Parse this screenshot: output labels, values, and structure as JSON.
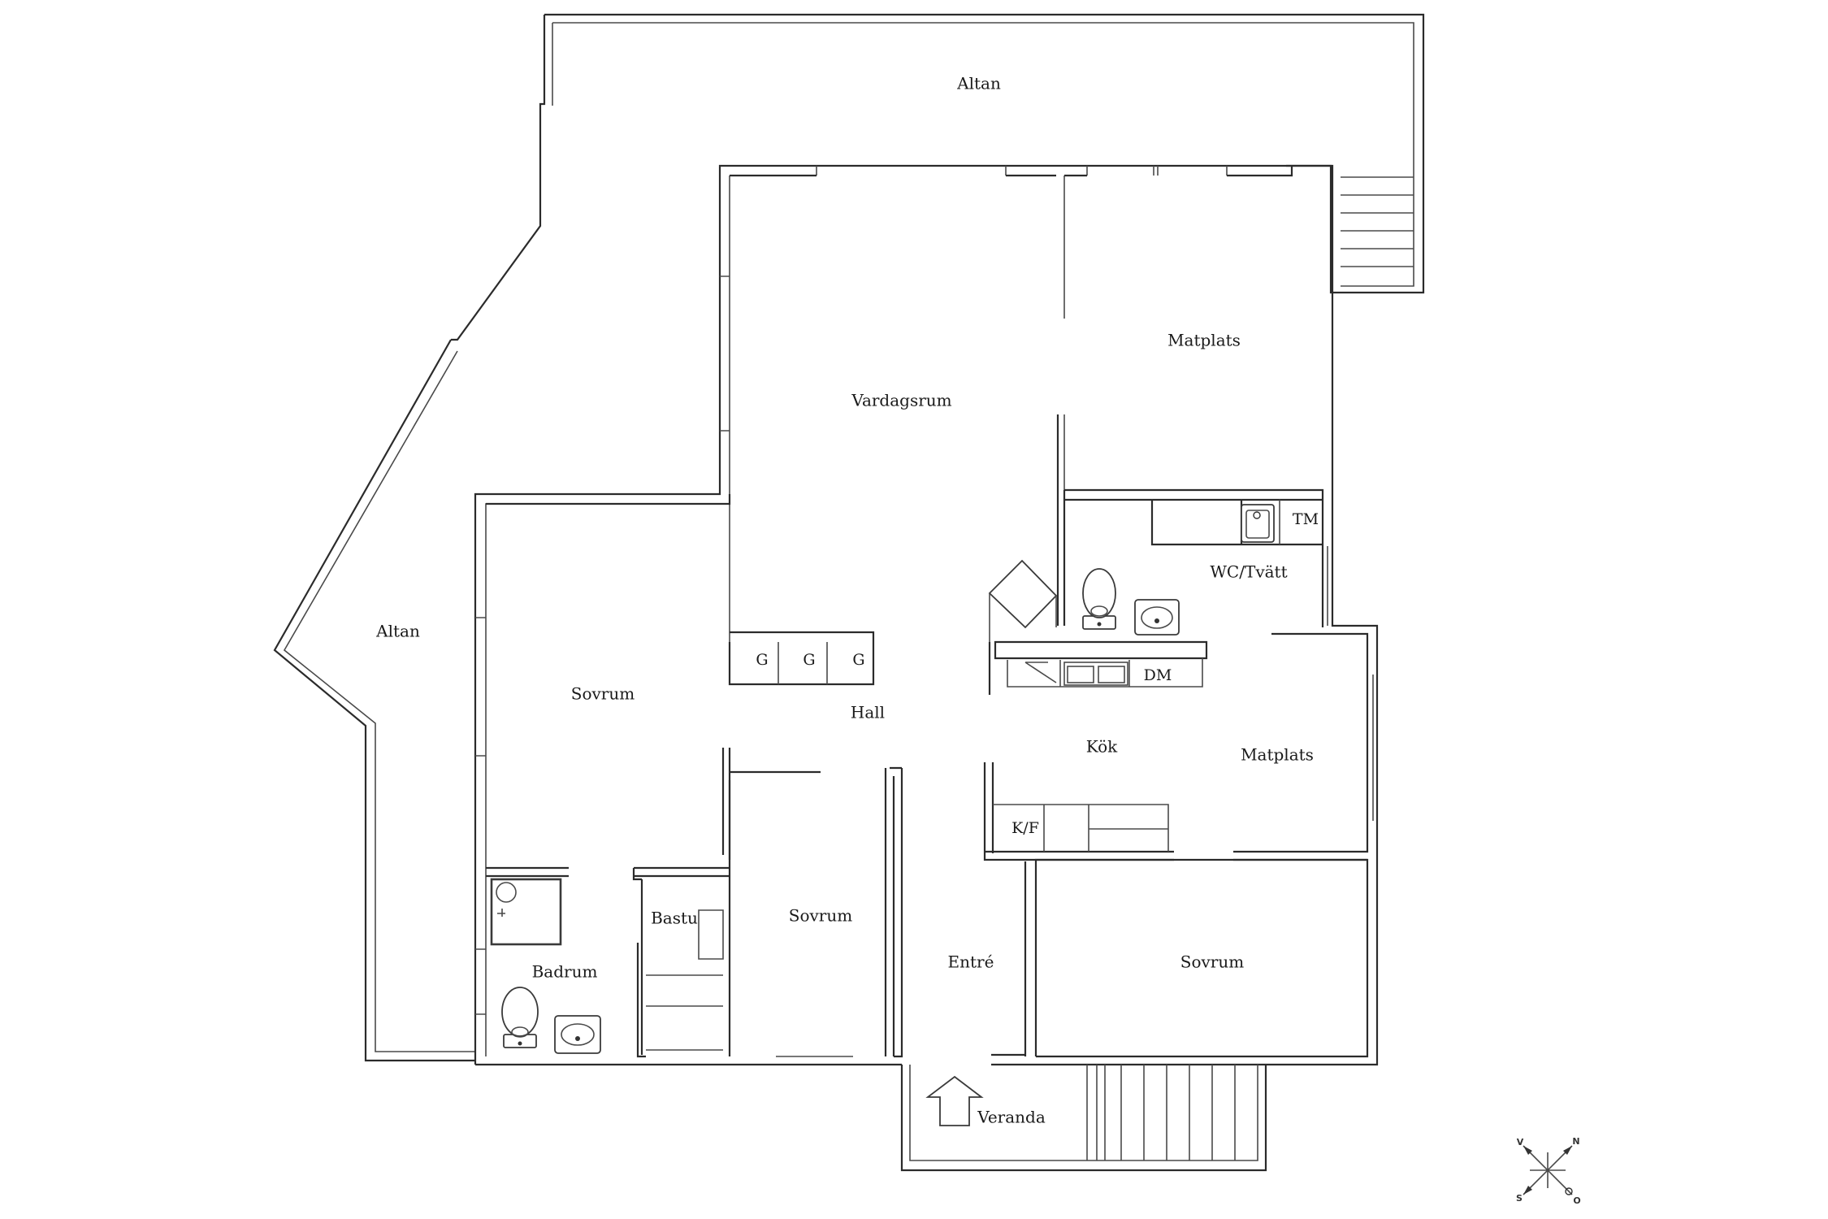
{
  "rooms": {
    "altan_top": "Altan",
    "altan_left": "Altan",
    "vardagsrum": "Vardagsrum",
    "matplats_top": "Matplats",
    "wc_tvatt": "WC/Tvätt",
    "tm": "TM",
    "sovrum_left": "Sovrum",
    "hall": "Hall",
    "kok": "Kök",
    "dm": "DM",
    "matplats_right": "Matplats",
    "kf": "K/F",
    "bastu": "Bastu",
    "badrum": "Badrum",
    "sovrum_mid": "Sovrum",
    "entre": "Entré",
    "sovrum_right": "Sovrum",
    "veranda": "Veranda"
  },
  "wardrobes": [
    "G",
    "G",
    "G"
  ],
  "compass": {
    "n": "N",
    "s": "S",
    "o": "O",
    "v": "V"
  }
}
